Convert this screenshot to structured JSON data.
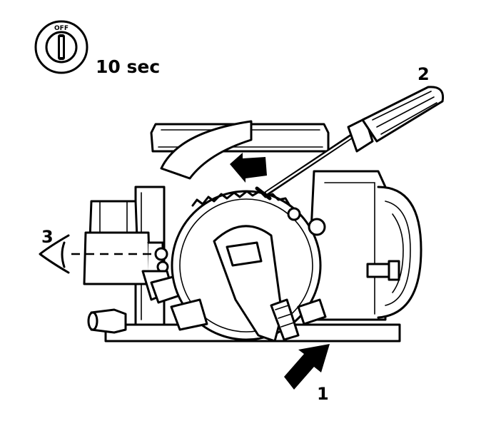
{
  "ignition": {
    "switch_text": "OFF",
    "duration": "10 sec"
  },
  "callouts": {
    "one": "1",
    "two": "2",
    "three": "3"
  },
  "colors": {
    "ink": "#000000",
    "paper": "#ffffff"
  },
  "icons": [
    "ignition-switch-icon",
    "screwdriver-icon",
    "eye-icon",
    "push-arrow-icon",
    "rotate-arrow-icon"
  ]
}
